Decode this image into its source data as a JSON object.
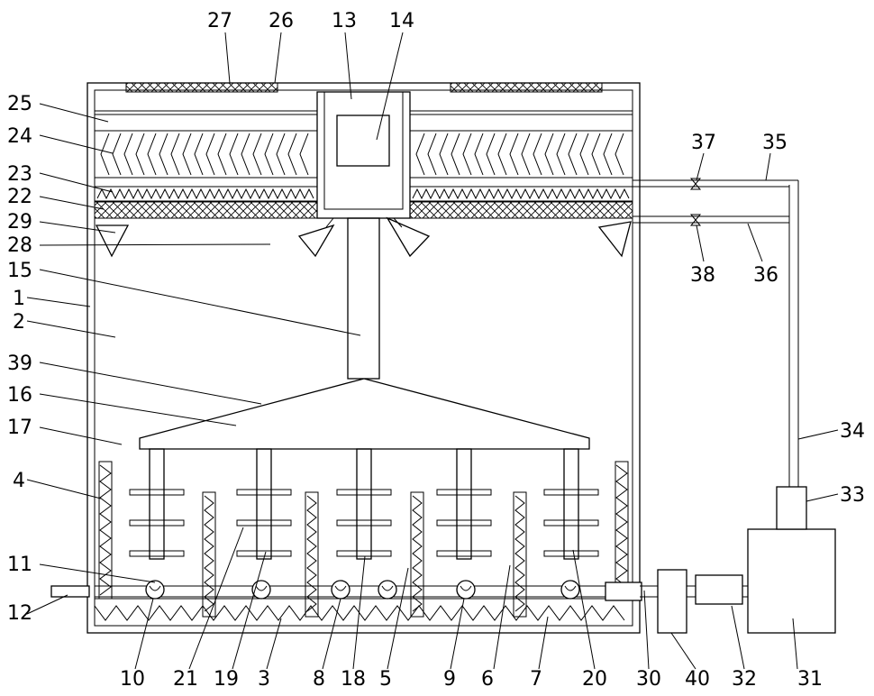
{
  "labels": {
    "l1": "1",
    "l2": "2",
    "l3": "3",
    "l4": "4",
    "l5": "5",
    "l6": "6",
    "l7": "7",
    "l8": "8",
    "l9": "9",
    "l10": "10",
    "l11": "11",
    "l12": "12",
    "l13": "13",
    "l14": "14",
    "l15": "15",
    "l16": "16",
    "l17": "17",
    "l18": "18",
    "l19": "19",
    "l20": "20",
    "l21": "21",
    "l22": "22",
    "l23": "23",
    "l24": "24",
    "l25": "25",
    "l26": "26",
    "l27": "27",
    "l28": "28",
    "l29": "29",
    "l30": "30",
    "l31": "31",
    "l32": "32",
    "l33": "33",
    "l34": "34",
    "l35": "35",
    "l36": "36",
    "l37": "37",
    "l38": "38",
    "l39": "39",
    "l40": "40"
  }
}
